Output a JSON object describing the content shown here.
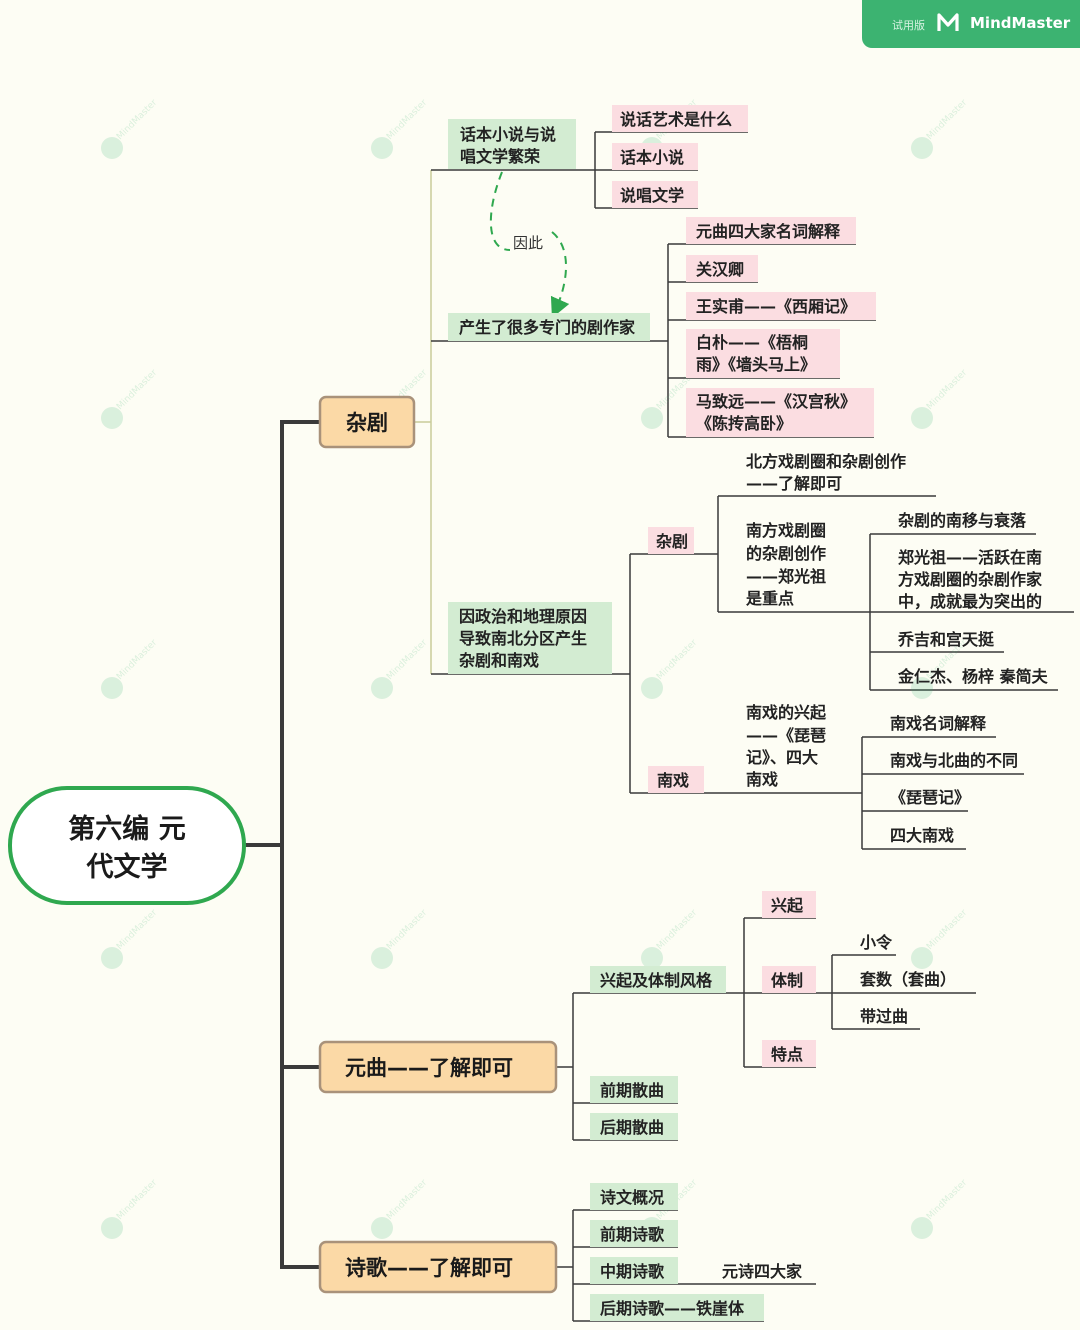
{
  "watermark": {
    "trial_label": "试用版",
    "brand": "MindMaster"
  },
  "colors": {
    "root_border": "#2fa84f",
    "l1_fill": "#fbd9a6",
    "l1_border": "#a9927a",
    "green_fill": "#d3ecd2",
    "pink_fill": "#fbdde1",
    "line": "#3a3a3a",
    "dashed": "#2fa84f"
  },
  "root": {
    "line1": "第六编 元",
    "line2": "代文学"
  },
  "zaju": {
    "label": "杂剧",
    "b1": {
      "line1": "话本小说与说",
      "line2": "唱文学繁荣",
      "items": [
        "说话艺术是什么",
        "话本小说",
        "说唱文学"
      ]
    },
    "link_label": "因此",
    "b2": {
      "label": "产生了很多专门的剧作家",
      "items": [
        {
          "lines": [
            "元曲四大家名词解释"
          ]
        },
        {
          "lines": [
            "关汉卿"
          ]
        },
        {
          "lines": [
            "王实甫——《西厢记》"
          ]
        },
        {
          "lines": [
            "白朴——《梧桐",
            "雨》《墙头马上》"
          ]
        },
        {
          "lines": [
            "马致远——《汉宫秋》",
            "《陈抟高卧》"
          ]
        }
      ]
    },
    "b3": {
      "lines": [
        "因政治和地理原因",
        "导致南北分区产生",
        "杂剧和南戏"
      ],
      "zaju": {
        "label": "杂剧",
        "north": [
          "北方戏剧圈和杂剧创作",
          "——了解即可"
        ],
        "south": [
          "南方戏剧圈",
          "的杂剧创作",
          "——郑光祖",
          "是重点"
        ],
        "south_items": [
          {
            "lines": [
              "杂剧的南移与衰落"
            ]
          },
          {
            "lines": [
              "郑光祖——活跃在南",
              "方戏剧圈的杂剧作家",
              "中，成就最为突出的"
            ]
          },
          {
            "lines": [
              "乔吉和宫天挺"
            ]
          },
          {
            "lines": [
              "金仁杰、杨梓 秦简夫"
            ]
          }
        ]
      },
      "nanxi": {
        "label": "南戏",
        "rise": [
          "南戏的兴起",
          "——《琵琶",
          "记》、四大",
          "南戏"
        ],
        "items": [
          "南戏名词解释",
          "南戏与北曲的不同",
          "《琵琶记》",
          "四大南戏"
        ]
      }
    }
  },
  "yuanqu": {
    "label": "元曲——了解即可",
    "b1": {
      "label": "兴起及体制风格",
      "rise": "兴起",
      "system": {
        "label": "体制",
        "items": [
          "小令",
          "套数（套曲）",
          "带过曲"
        ]
      },
      "feature": "特点"
    },
    "early": "前期散曲",
    "late": "后期散曲"
  },
  "poetry": {
    "label": "诗歌——了解即可",
    "overview": "诗文概况",
    "early": "前期诗歌",
    "middle": "中期诗歌",
    "middle_note": "元诗四大家",
    "late": "后期诗歌——铁崖体"
  }
}
